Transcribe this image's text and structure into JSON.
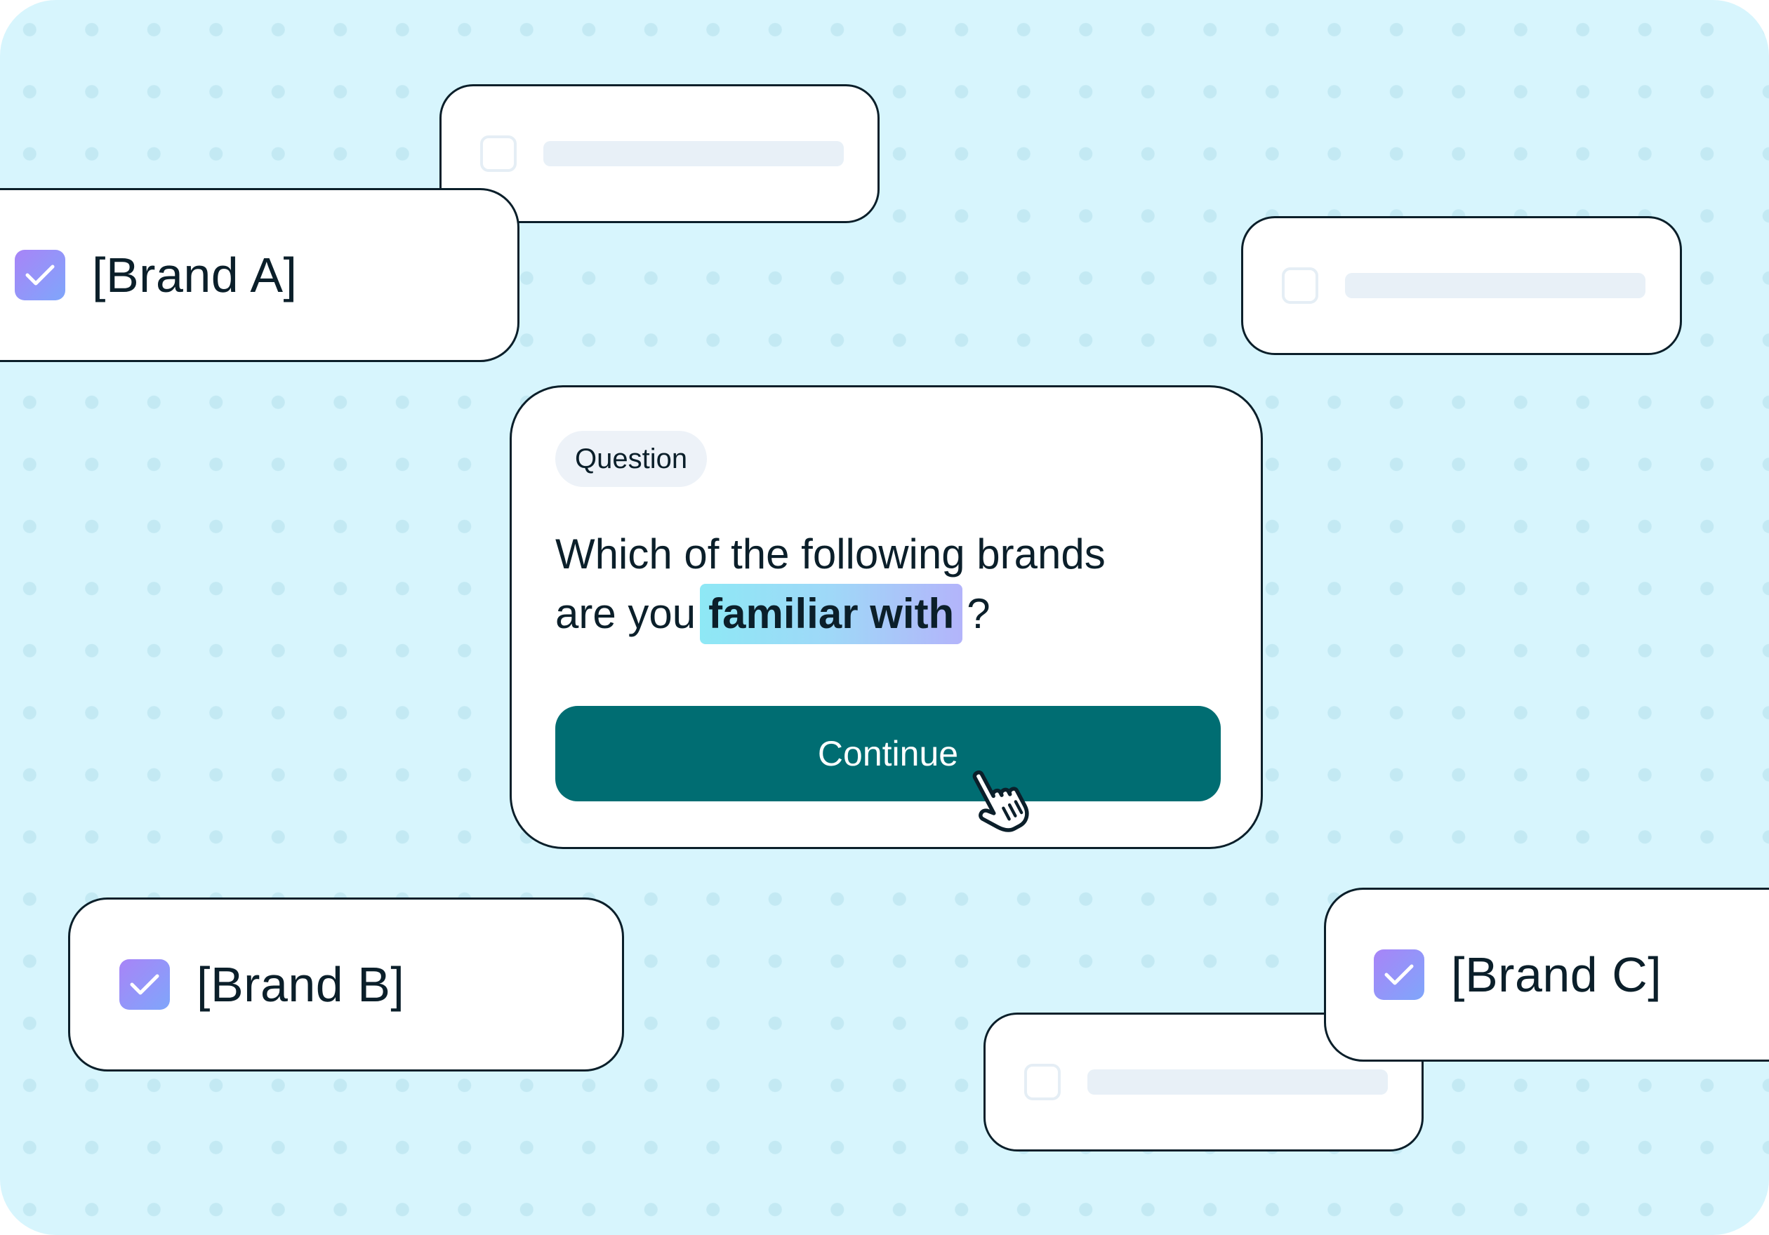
{
  "options": [
    {
      "label": "[Brand A]",
      "checked": true
    },
    {
      "label": "[Brand B]",
      "checked": true
    },
    {
      "label": "[Brand C]",
      "checked": true
    }
  ],
  "question": {
    "tag": "Question",
    "text_line1": "Which of the following brands",
    "text_line2_prefix": "are you",
    "text_highlight": "familiar with",
    "text_suffix": "?",
    "button_label": "Continue"
  },
  "icons": {
    "check": "check-icon",
    "cursor": "hand-pointer-cursor-icon"
  },
  "colors": {
    "background": "#d7f5fd",
    "button": "#006d72",
    "checkbox_gradient_start": "#a884f7",
    "checkbox_gradient_end": "#7fa6fb",
    "highlight_gradient_start": "#8ee8f5",
    "highlight_gradient_end": "#b3b4fa"
  }
}
